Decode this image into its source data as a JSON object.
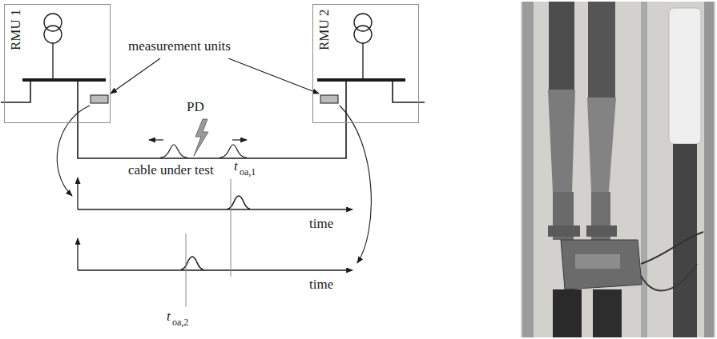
{
  "diagram": {
    "nodes": [
      {
        "text": [
          "RMU 1"
        ]
      },
      {
        "text": [
          "RMU 2"
        ]
      }
    ],
    "edges": [
      {
        "from": 0,
        "to": 1,
        "arrow": "none",
        "label": "cable under test"
      }
    ],
    "labels": [
      "measurement units",
      "PD",
      "t",
      "oa,1",
      "time",
      "t",
      "oa,2",
      "time"
    ]
  }
}
